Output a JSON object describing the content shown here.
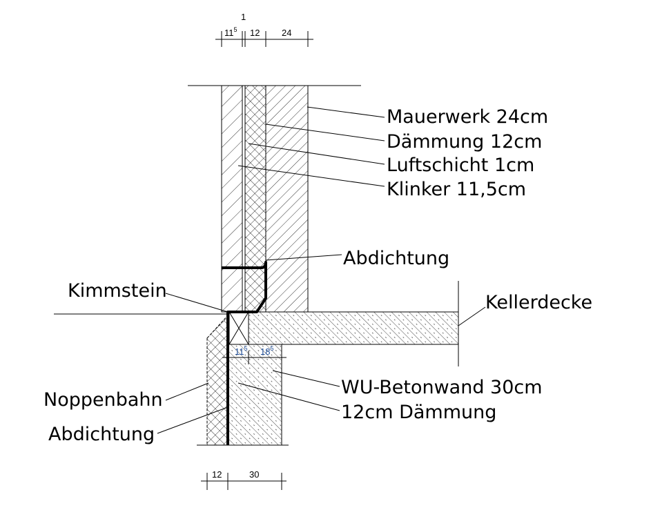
{
  "labels": {
    "mauerwerk": "Mauerwerk 24cm",
    "daemmung_top": "Dämmung 12cm",
    "luftschicht": "Luftschicht 1cm",
    "klinker": "Klinker 11,5cm",
    "abdichtung_top": "Abdichtung",
    "kimmstein": "Kimmstein",
    "kellerdecke": "Kellerdecke",
    "wu_betonwand": "WU-Betonwand 30cm",
    "daemmung_bottom": "12cm Dämmung",
    "noppenbahn": "Noppenbahn",
    "abdichtung_bottom": "Abdichtung"
  },
  "dimensions": {
    "top": {
      "klinker": "11",
      "klinker_sup": "5",
      "air": "1",
      "insulation": "12",
      "masonry": "24"
    },
    "inner": {
      "a": "11",
      "a_sup": "5",
      "b": "18",
      "b_sup": "5"
    },
    "bottom": {
      "insulation": "12",
      "wall": "30"
    }
  }
}
